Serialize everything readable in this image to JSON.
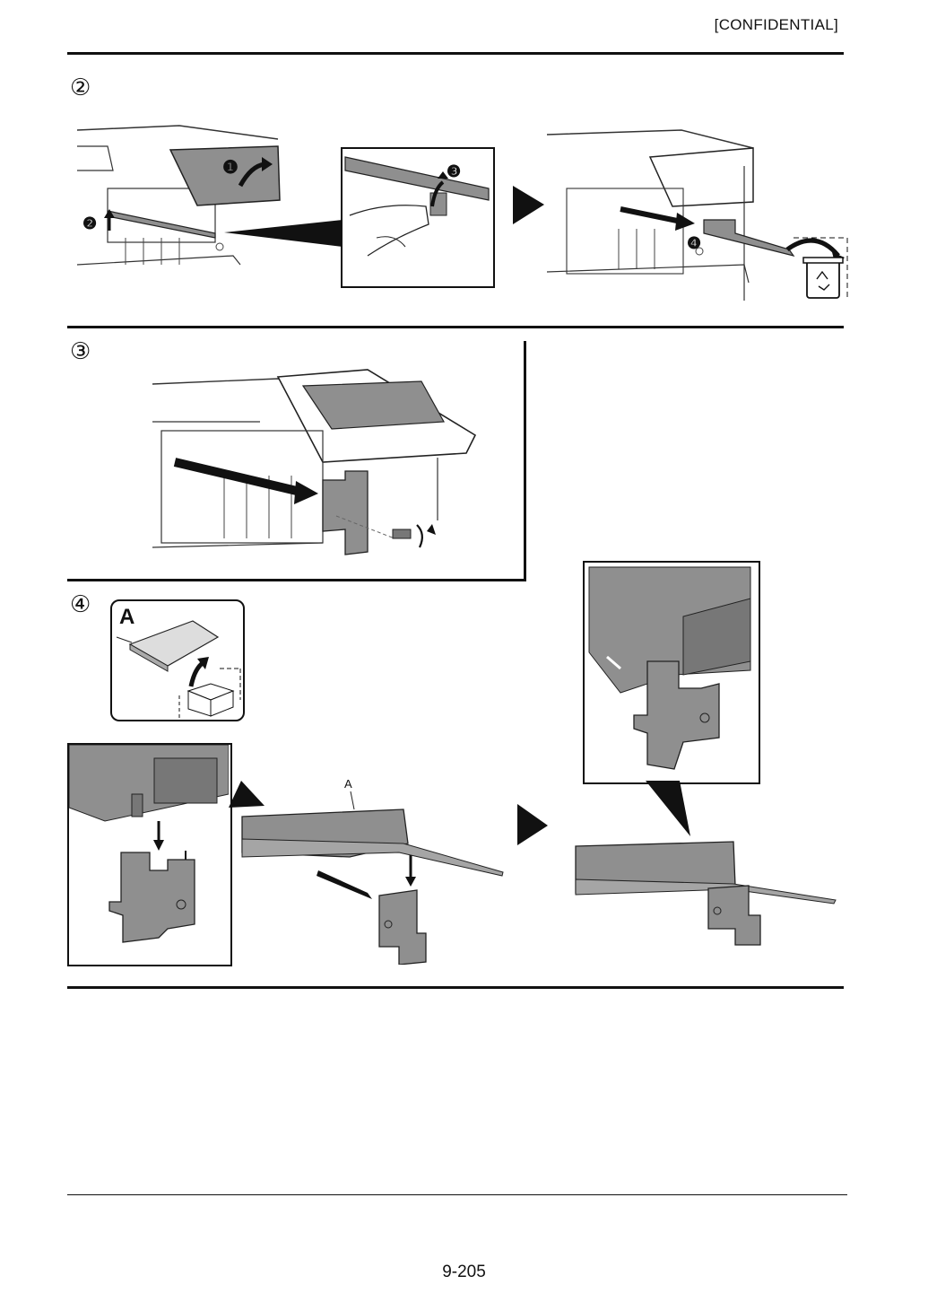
{
  "header": {
    "confidential": "[CONFIDENTIAL]"
  },
  "steps": {
    "s2": {
      "number": "②",
      "callouts": [
        "❶",
        "❷",
        "❸",
        "❹"
      ]
    },
    "s3": {
      "number": "③"
    },
    "s4": {
      "number": "④",
      "part_label_boxed": "A",
      "part_label_small": "A"
    }
  },
  "footer": {
    "page_number": "9-205"
  },
  "colors": {
    "part_gray": "#8f8f8f",
    "dark_gray": "#555555",
    "line": "#111111"
  },
  "icons": [
    "arrow-right-icon",
    "recycle-bin-icon",
    "screwdriver-rotate-icon",
    "box-icon"
  ]
}
